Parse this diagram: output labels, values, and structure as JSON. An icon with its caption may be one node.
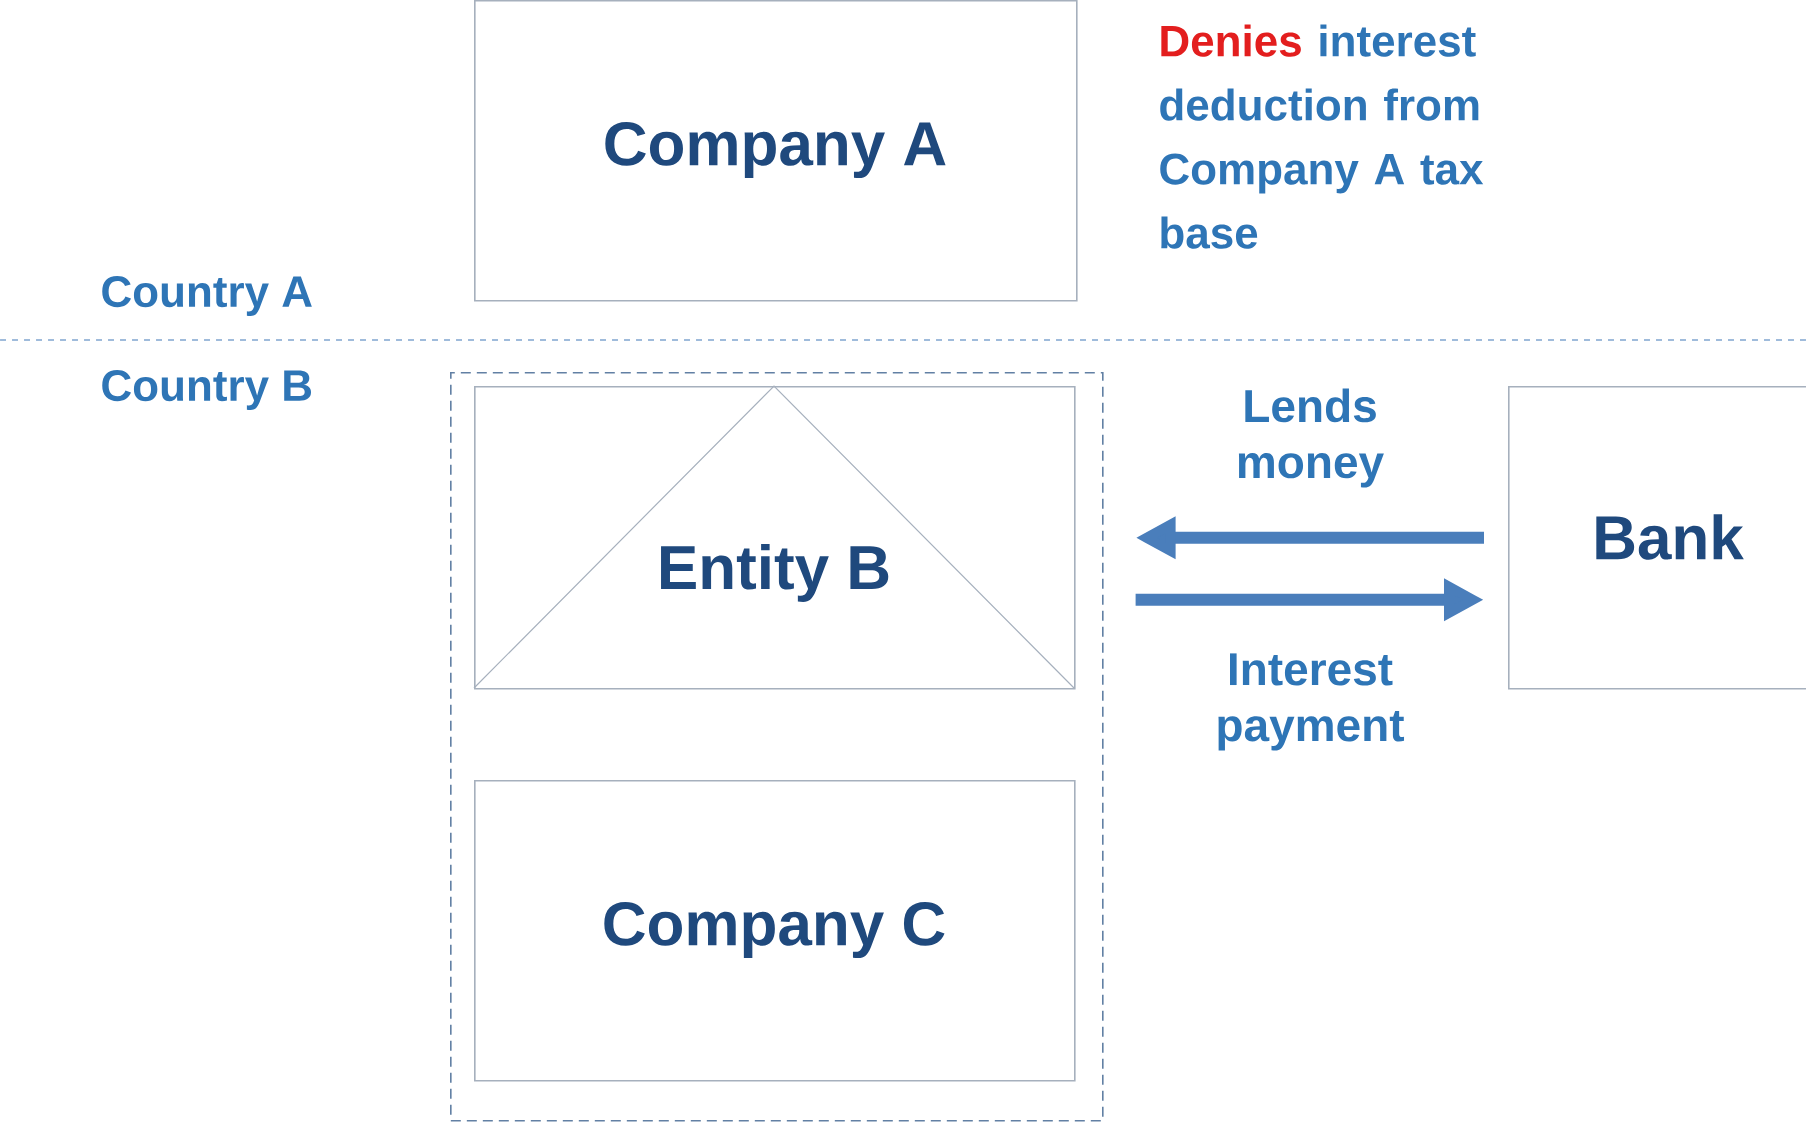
{
  "diagram": {
    "nodes": [
      {
        "text": [
          "Company A"
        ]
      },
      {
        "text": [],
        "shape": "box"
      },
      {
        "text": [
          "Entity B"
        ],
        "in": 1
      },
      {
        "text": [
          "Company C"
        ],
        "in": 1
      },
      {
        "text": [
          "Bank"
        ]
      }
    ],
    "edges": [
      {
        "from": 4,
        "to": 2,
        "arrow": "to",
        "label": "Lends money"
      },
      {
        "from": 2,
        "to": 4,
        "arrow": "to",
        "label": "Interest payment"
      }
    ],
    "labels": [
      "**Denies** interest deduction from Company A tax base",
      "Country A",
      "Country B"
    ]
  }
}
